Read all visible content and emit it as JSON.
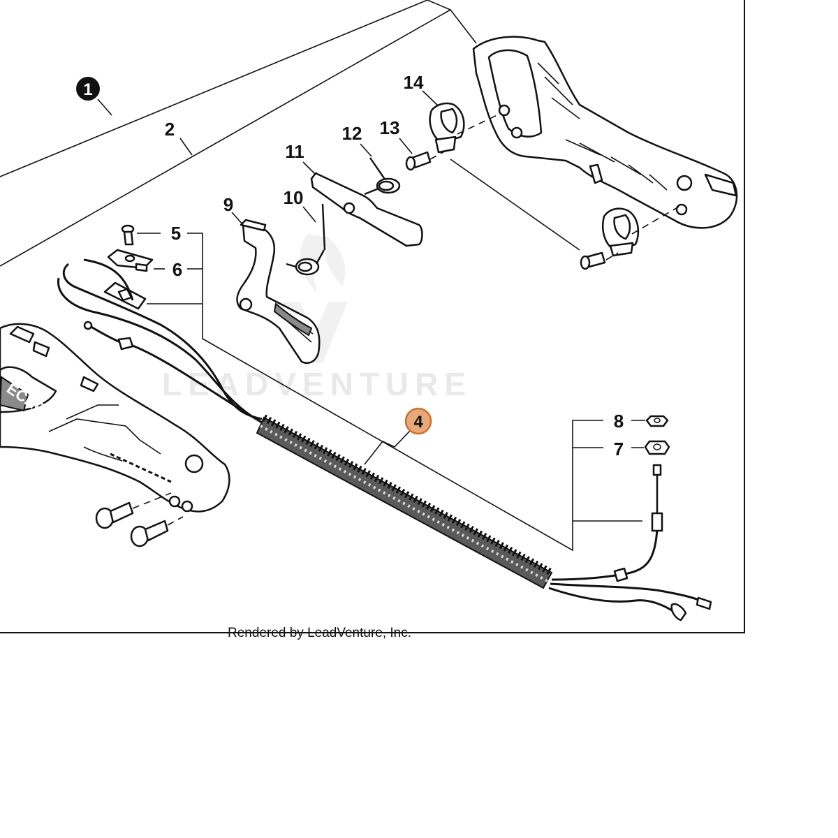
{
  "diagram": {
    "callouts": [
      {
        "id": "1",
        "label": "1",
        "style": "filled"
      },
      {
        "id": "2",
        "label": "2"
      },
      {
        "id": "4",
        "label": "4",
        "style": "highlighted"
      },
      {
        "id": "5",
        "label": "5"
      },
      {
        "id": "6",
        "label": "6"
      },
      {
        "id": "7",
        "label": "7"
      },
      {
        "id": "8",
        "label": "8"
      },
      {
        "id": "9",
        "label": "9"
      },
      {
        "id": "10",
        "label": "10"
      },
      {
        "id": "11",
        "label": "11"
      },
      {
        "id": "12",
        "label": "12"
      },
      {
        "id": "13",
        "label": "13"
      },
      {
        "id": "14",
        "label": "14"
      }
    ],
    "credit": "Rendered by LeadVenture, Inc.",
    "watermark": "LEADVENTURE",
    "brand_text": "ECHO",
    "highlight_color": "#e8a878",
    "highlight_stroke": "#c8702e"
  }
}
